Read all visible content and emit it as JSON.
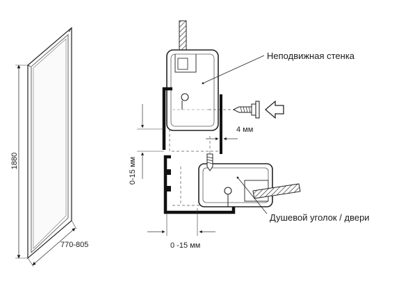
{
  "diagram": {
    "panel": {
      "height_label": "1880",
      "width_label": "770-805"
    },
    "labels": {
      "fixed_wall": "Неподвижная стенка",
      "shower_door": "Душевой уголок / двери"
    },
    "dimensions": {
      "screw_gap": "4 мм",
      "vertical_adjust": "0-15 мм",
      "horizontal_adjust": "0 -15  мм"
    }
  }
}
